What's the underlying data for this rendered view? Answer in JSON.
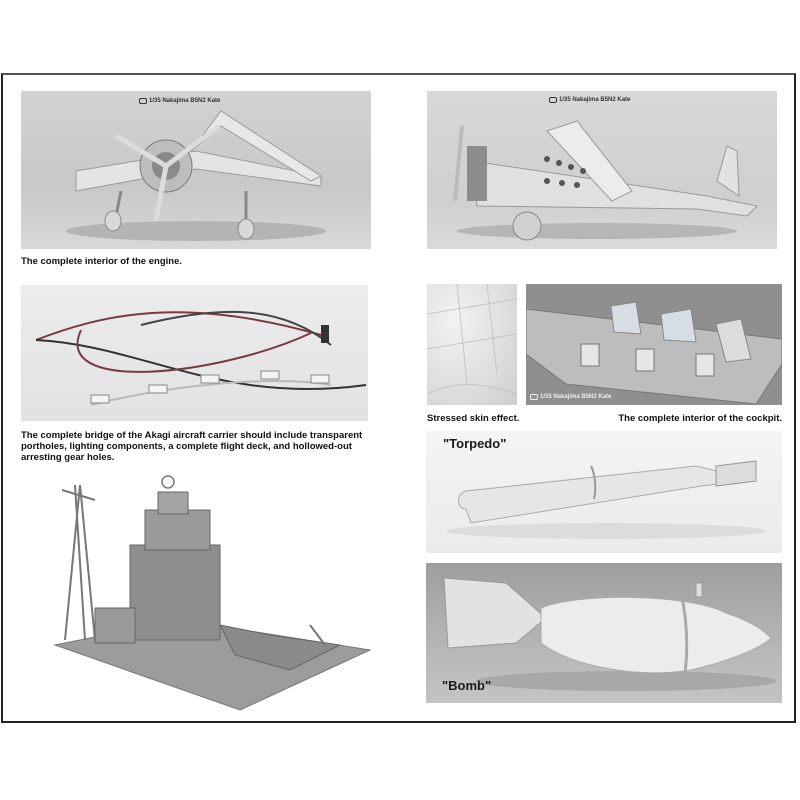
{
  "watermark": "1/35 Nakajima B5N2 Kate",
  "panels": {
    "engine_view": {
      "caption": "The complete interior of the engine."
    },
    "side_view": {
      "caption": ""
    },
    "lighting": {
      "caption": "The complete bridge of the Akagi aircraft carrier should include transparent portholes, lighting components, a complete flight deck, and hollowed-out arresting gear holes."
    },
    "stressed_skin": {
      "caption": "Stressed skin effect."
    },
    "cockpit": {
      "caption": "The complete interior of the cockpit."
    },
    "torpedo": {
      "label": "\"Torpedo\""
    },
    "bomb": {
      "label": "\"Bomb\""
    },
    "bridge": {
      "caption": ""
    }
  },
  "colors": {
    "frame_border": "#222222",
    "panel_bg_light": "#d6d6d6",
    "panel_bg_dark": "#8e8e8e",
    "caption_text": "#111111"
  }
}
